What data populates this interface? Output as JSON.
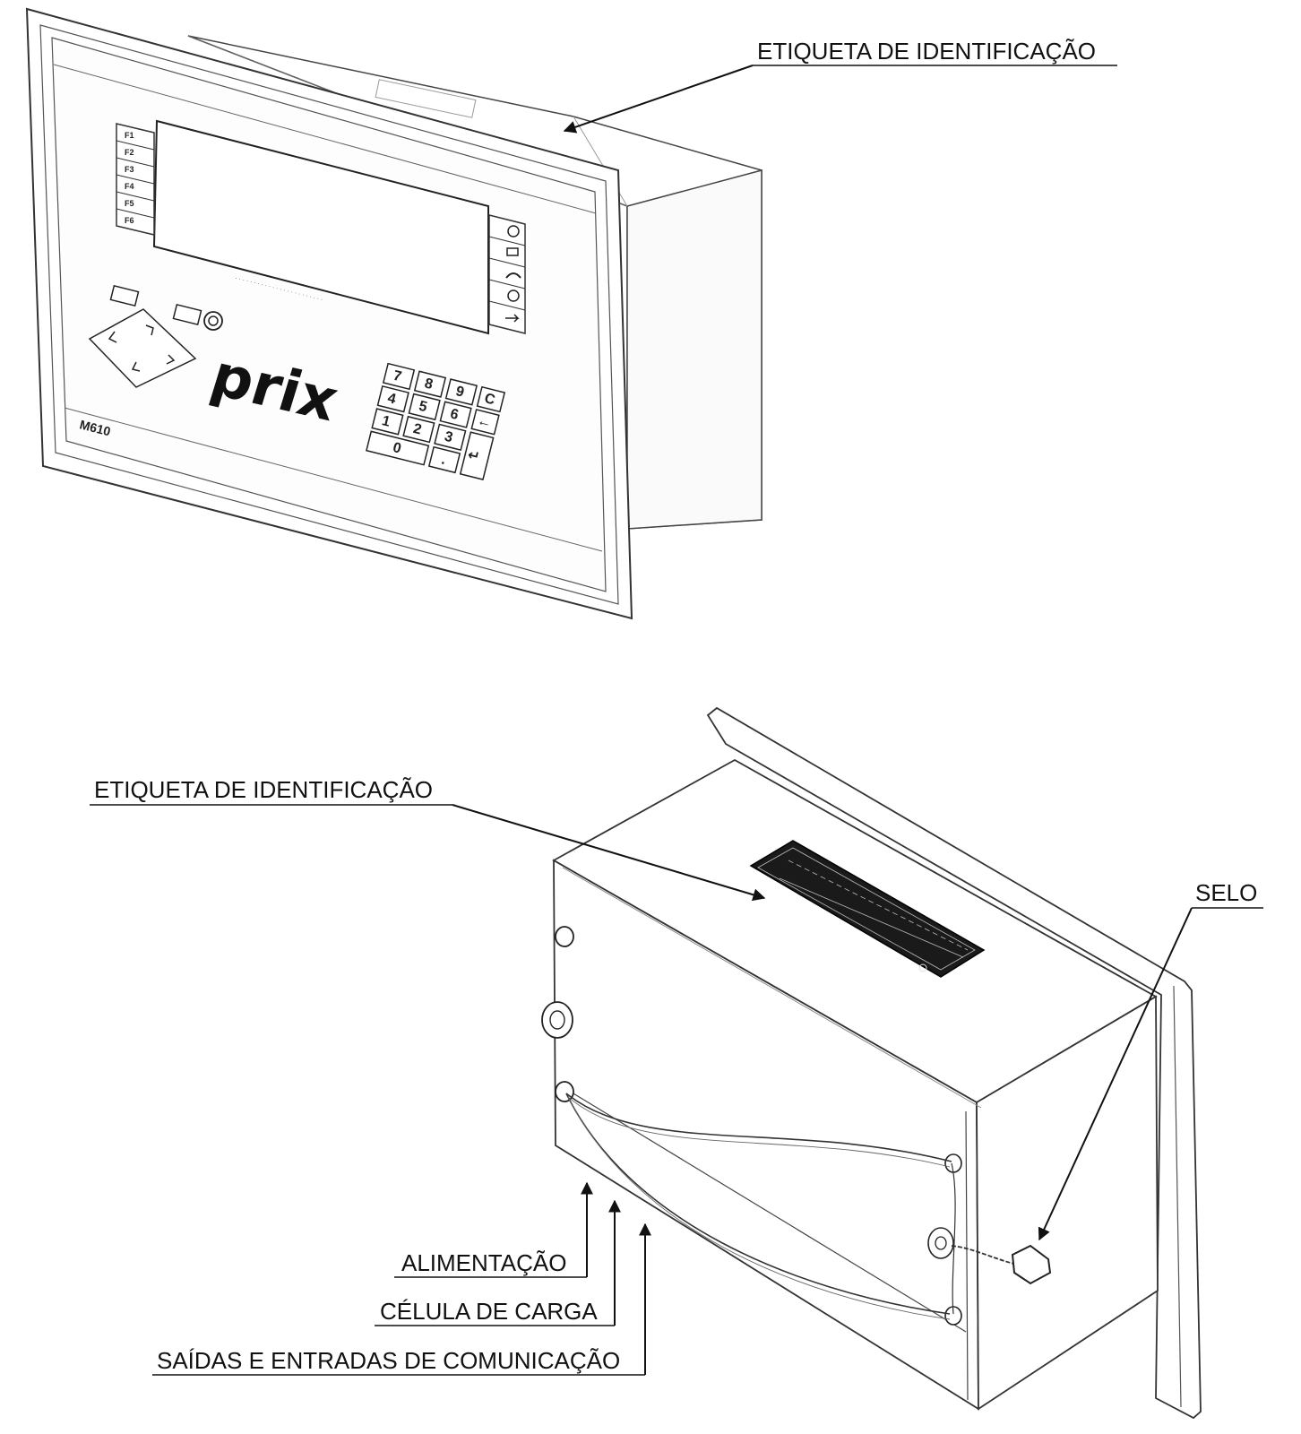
{
  "labels": {
    "front_id_label": "ETIQUETA DE IDENTIFICAÇÃO",
    "rear_id_label": "ETIQUETA DE IDENTIFICAÇÃO",
    "seal": "SELO",
    "power": "ALIMENTAÇÃO",
    "load_cell": "CÉLULA DE CARGA",
    "comm": "SAÍDAS E ENTRADAS DE COMUNICAÇÃO"
  },
  "device": {
    "brand": "prix",
    "model": "M610",
    "function_keys": [
      "F1",
      "F2",
      "F3",
      "F4",
      "F5",
      "F6"
    ],
    "keypad_keys": [
      "7",
      "8",
      "9",
      "C",
      "4",
      "5",
      "6",
      "←",
      "1",
      "2",
      "3",
      "0",
      ".",
      "↵"
    ]
  }
}
